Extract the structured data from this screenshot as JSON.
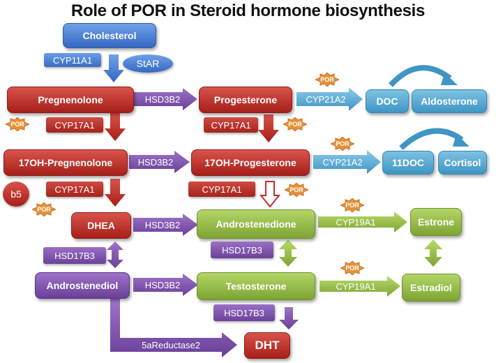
{
  "title": "Role of POR in Steroid hormone biosynthesis",
  "molecules": {
    "cholesterol": "Cholesterol",
    "pregnenolone": "Pregnenolone",
    "progesterone": "Progesterone",
    "doc": "DOC",
    "aldosterone": "Aldosterone",
    "oh_pregnenolone": "17OH-Pregnenolone",
    "oh_progesterone": "17OH-Progesterone",
    "doc11": "11DOC",
    "cortisol": "Cortisol",
    "dhea": "DHEA",
    "androstenedione": "Androstenedione",
    "estrone": "Estrone",
    "androstenediol": "Androstenediol",
    "testosterone": "Testosterone",
    "estradiol": "Estradiol",
    "dht": "DHT"
  },
  "enzymes": {
    "cyp11a1": "CYP11A1",
    "star": "StAR",
    "hsd3b2": "HSD3B2",
    "cyp21a2": "CYP21A2",
    "cyp17a1": "CYP17A1",
    "cyp19a1": "CYP19A1",
    "hsd17b3": "HSD17B3",
    "reductase": "5aReductase2",
    "b5": "b5",
    "por": "POR"
  },
  "colors": {
    "red": "#b52a23",
    "blue": "#4a7fd6",
    "purple": "#7b4fab",
    "green": "#8db83f",
    "cyan": "#56aad6",
    "por": "#e69238"
  }
}
